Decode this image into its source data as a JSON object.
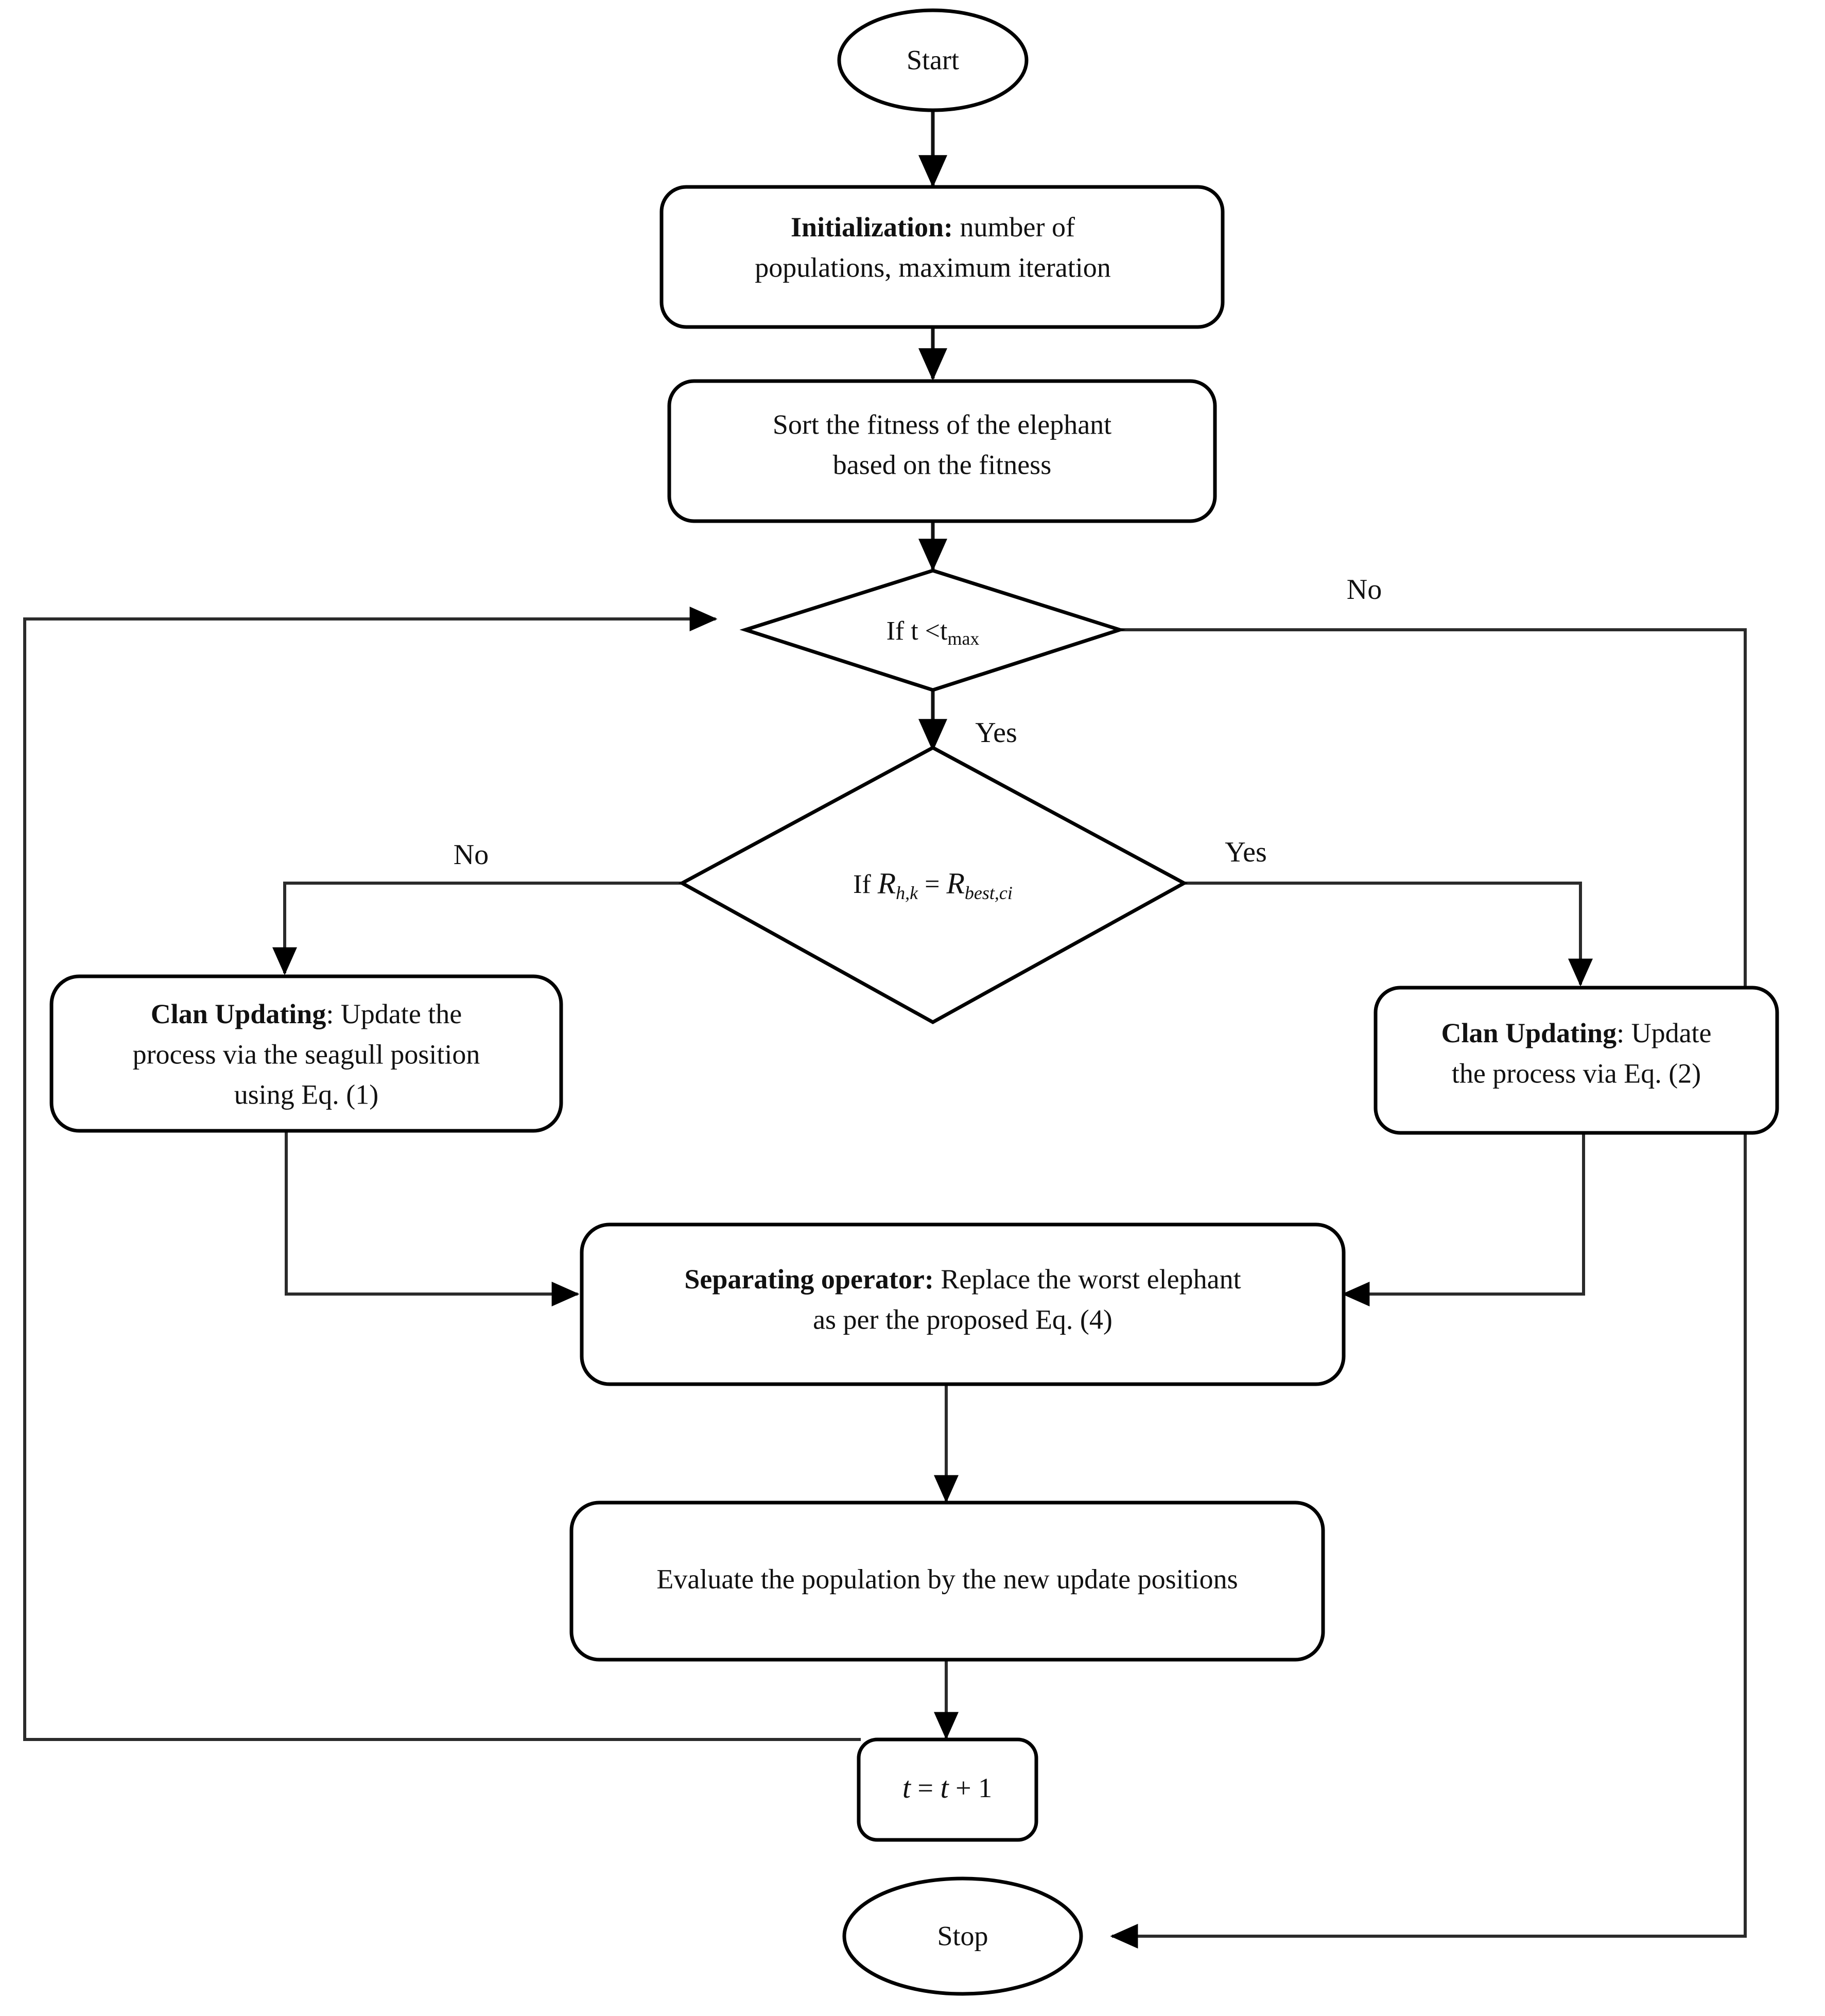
{
  "diagram": {
    "title": "Elephant Herding Optimization flowchart",
    "background_color": "#ffffff",
    "line_color": "#111111"
  },
  "nodes": {
    "start": {
      "id": "start",
      "shape": "ellipse",
      "label": "Start"
    },
    "initialization": {
      "id": "initialization",
      "shape": "rounded-rect",
      "label_bold": "Initialization:",
      "label_rest_line1": " number of",
      "label_line2": "populations, maximum iteration",
      "full_text": "Initialization: number of populations, maximum iteration"
    },
    "sort_fitness": {
      "id": "sort_fitness",
      "shape": "rounded-rect",
      "label_line1": "Sort the fitness of the elephant",
      "label_line2": "based on the fitness",
      "full_text": "Sort the fitness of the elephant based on the fitness"
    },
    "decision_iter": {
      "id": "decision_iter",
      "shape": "diamond",
      "label_main": "If t <t",
      "label_sub": "max",
      "full_text": "If t <t max"
    },
    "decision_best": {
      "id": "decision_best",
      "shape": "diamond",
      "label_if": "If ",
      "label_r1": "R",
      "label_r1_sub": "h,k",
      "label_eq": " = ",
      "label_r2": "R",
      "label_r2_sub": "best,ci",
      "full_text": "If R h,k = R best,ci"
    },
    "clan_left": {
      "id": "clan_left",
      "shape": "rounded-rect",
      "label_bold": "Clan Updating",
      "label_line1_rest": ": Update the",
      "label_line2": "process via the seagull position",
      "label_line3": "using Eq. (1)",
      "full_text": "Clan Updating: Update the process via the seagull position using Eq. (1)"
    },
    "clan_right": {
      "id": "clan_right",
      "shape": "rounded-rect",
      "label_bold": "Clan Updating",
      "label_line1_rest": ": Update",
      "label_line2": "the process via Eq. (2)",
      "full_text": "Clan Updating: Update the process via Eq. (2)"
    },
    "separating": {
      "id": "separating",
      "shape": "rounded-rect",
      "label_bold": "Separating operator:",
      "label_line1_rest": " Replace the worst elephant",
      "label_line2": "as per the proposed Eq. (4)",
      "full_text": "Separating operator: Replace the worst elephant as per the proposed Eq. (4)"
    },
    "evaluate": {
      "id": "evaluate",
      "shape": "rounded-rect",
      "label": "Evaluate the population by the new update positions"
    },
    "increment": {
      "id": "increment",
      "shape": "rounded-rect",
      "label_t1": "t",
      "label_eq": " = ",
      "label_t2": "t",
      "label_plus": " + 1",
      "full_text": "t = t + 1"
    },
    "stop": {
      "id": "stop",
      "shape": "ellipse",
      "label": "Stop"
    }
  },
  "edge_labels": {
    "iter_no": "No",
    "iter_yes": "Yes",
    "best_no": "No",
    "best_yes": "Yes"
  }
}
